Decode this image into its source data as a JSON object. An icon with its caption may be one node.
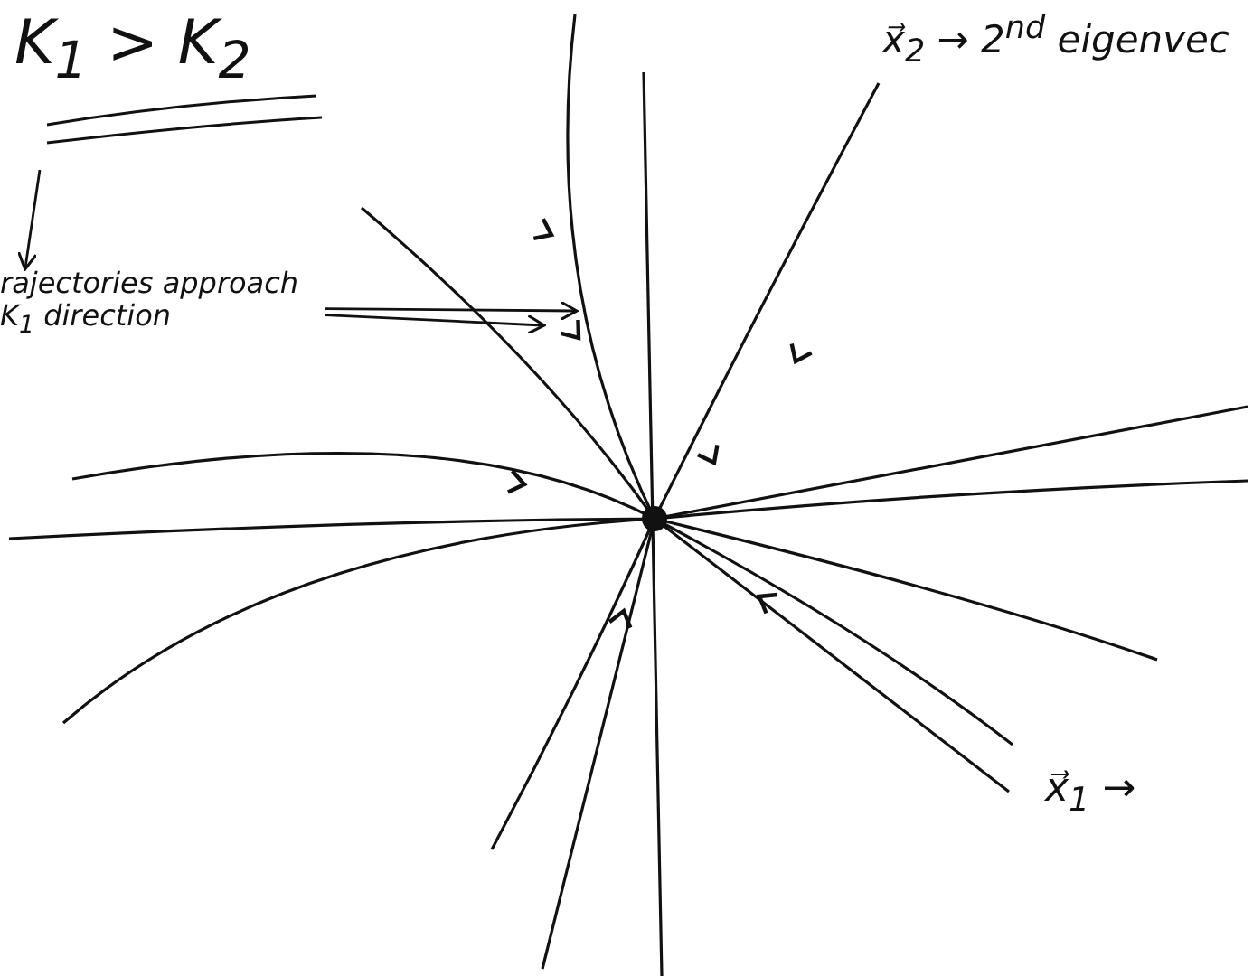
{
  "diagram": {
    "nodes": [
      {
        "text": [
          "K$_{1}$ > K$_{2}$"
        ]
      },
      {
        "text": [
          "rajectories approach K$_{1}$ direction"
        ]
      },
      {
        "text": [],
        "shape": "circle"
      },
      {
        "text": [
          "x⃗$_{2}$ → 2$^{nd}$ eigenvec"
        ]
      },
      {
        "text": [
          "x⃗$_{1}$ →"
        ]
      }
    ],
    "edges": [
      {
        "from": 0,
        "to": 1,
        "arrow": "to"
      },
      {
        "from": 1,
        "to": null,
        "arrow": "to"
      },
      {
        "from": 1,
        "to": null,
        "arrow": "to"
      }
    ]
  }
}
